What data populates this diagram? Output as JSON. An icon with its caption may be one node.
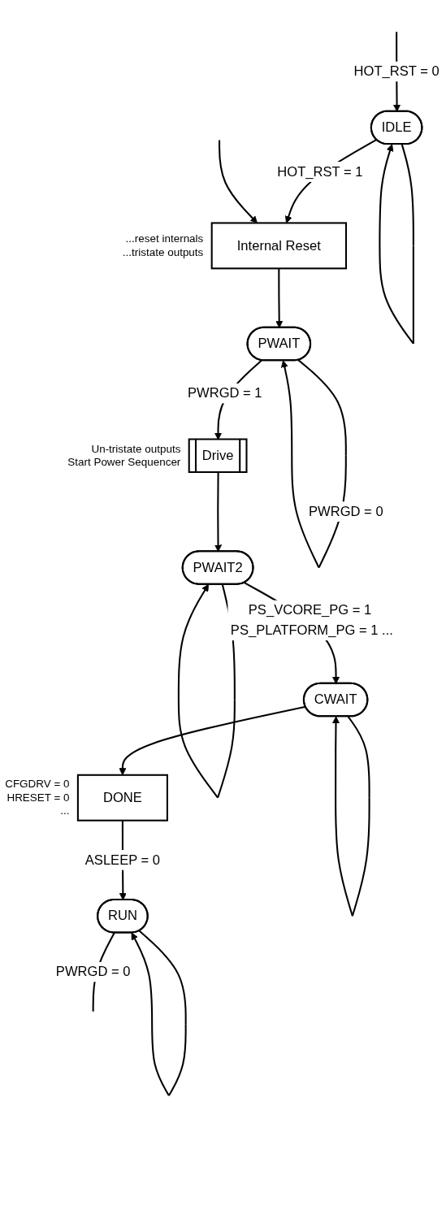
{
  "diagram": {
    "nodes": [
      {
        "text": [
          "IDLE"
        ]
      },
      {
        "text": [
          "Internal Reset"
        ],
        "beside": [
          "...reset internals",
          "...tristate outputs"
        ]
      },
      {
        "text": [
          "PWAIT"
        ]
      },
      {
        "text": [
          "Drive"
        ],
        "beside": [
          "Un-tristate outputs",
          "Start Power Sequencer"
        ]
      },
      {
        "text": [
          "PWAIT2"
        ]
      },
      {
        "text": [
          "CWAIT"
        ]
      },
      {
        "text": [
          "DONE"
        ],
        "beside": [
          "CFGDRV = 0",
          "HRESET = 0",
          "..."
        ]
      },
      {
        "text": [
          "RUN"
        ]
      }
    ],
    "edges": [
      {
        "from": null,
        "to": 0,
        "arrow": "to",
        "label": "HOT_RST = 0"
      },
      {
        "from": 0,
        "to": 0,
        "arrow": "to"
      },
      {
        "from": 0,
        "to": 1,
        "arrow": "to",
        "label": "HOT_RST = 1"
      },
      {
        "from": 1,
        "to": 2,
        "arrow": "to"
      },
      {
        "from": 2,
        "to": 2,
        "arrow": "to",
        "label": "PWRGD = 0"
      },
      {
        "from": 2,
        "to": 3,
        "arrow": "to",
        "label": "PWRGD = 1"
      },
      {
        "from": 3,
        "to": 4,
        "arrow": "to"
      },
      {
        "from": 4,
        "to": 4,
        "arrow": "to"
      },
      {
        "from": 4,
        "to": 5,
        "arrow": "to",
        "label": "PS_VCORE_PG = 1 PS_PLATFORM_PG = 1 ..."
      },
      {
        "from": 5,
        "to": 5,
        "arrow": "to"
      },
      {
        "from": 5,
        "to": 6,
        "arrow": "to"
      },
      {
        "from": 6,
        "to": 7,
        "arrow": "to",
        "label": "ASLEEP = 0"
      },
      {
        "from": 7,
        "to": 7,
        "arrow": "to"
      },
      {
        "from": 7,
        "to": null,
        "arrow": "none",
        "label": "PWRGD = 0"
      },
      {
        "from": null,
        "to": 1,
        "arrow": "to"
      }
    ]
  }
}
